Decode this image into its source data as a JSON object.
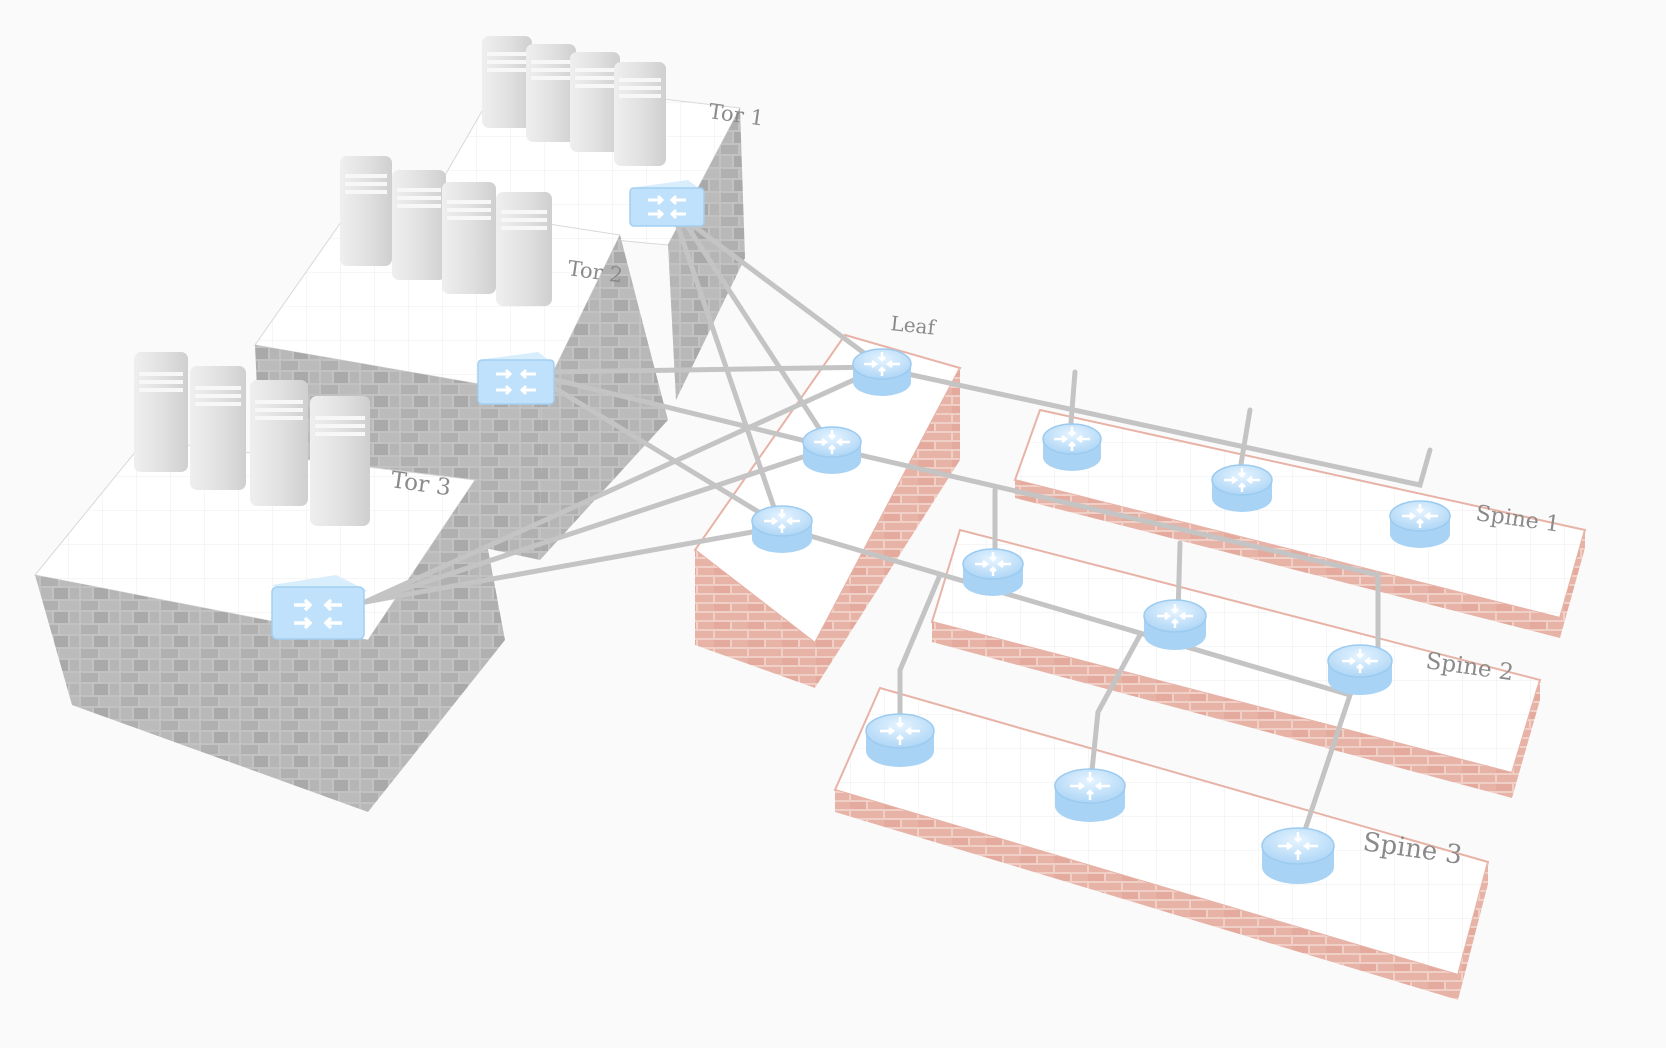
{
  "diagram": {
    "groups": {
      "tor1": {
        "label": "Tor 1"
      },
      "tor2": {
        "label": "Tor 2"
      },
      "tor3": {
        "label": "Tor 3"
      },
      "leaf": {
        "label": "Leaf"
      },
      "spine1": {
        "label": "Spine 1"
      },
      "spine2": {
        "label": "Spine 2"
      },
      "spine3": {
        "label": "Spine 3"
      }
    },
    "node_icons": {
      "server": "server-icon",
      "tor_switch": "switch-icon",
      "router": "router-icon"
    },
    "colors": {
      "background": "#fafafa",
      "stone_wall": "#bdbdbd",
      "brick_wall": "#e7b2a6",
      "device_blue": "#bfe1fb",
      "link": "#c4c4c4"
    }
  }
}
